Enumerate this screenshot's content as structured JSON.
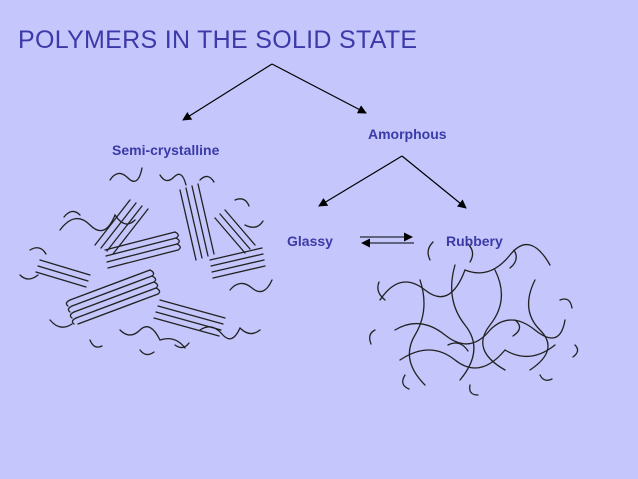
{
  "title": "POLYMERS IN THE SOLID STATE",
  "nodes": {
    "semi_crystalline": "Semi-crystalline",
    "amorphous": "Amorphous",
    "glassy": "Glassy",
    "rubbery": "Rubbery"
  },
  "colors": {
    "background": "#c5c6fb",
    "text": "#3b3aa8",
    "lines": "#000000"
  }
}
